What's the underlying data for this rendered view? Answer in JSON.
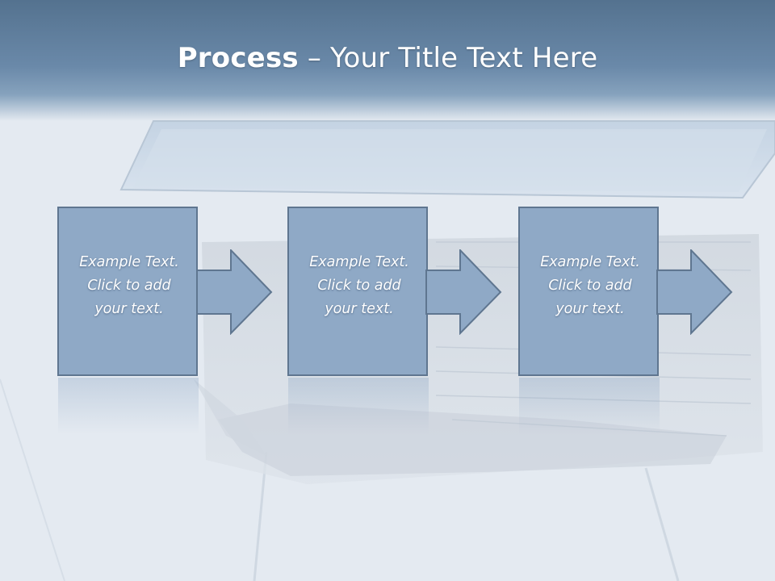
{
  "slide": {
    "title_bold": "Process",
    "title_rest": " – Your Title Text Here"
  },
  "steps": [
    {
      "text": "Example Text.\nClick  to add\nyour text."
    },
    {
      "text": "Example Text.\nClick  to add\nyour text."
    },
    {
      "text": "Example Text.\nClick  to add\nyour text."
    }
  ],
  "colors": {
    "title_band": "#6a89a9",
    "step_fill": "#8fa9c6",
    "step_border": "#5f7690",
    "text": "#ffffff"
  }
}
